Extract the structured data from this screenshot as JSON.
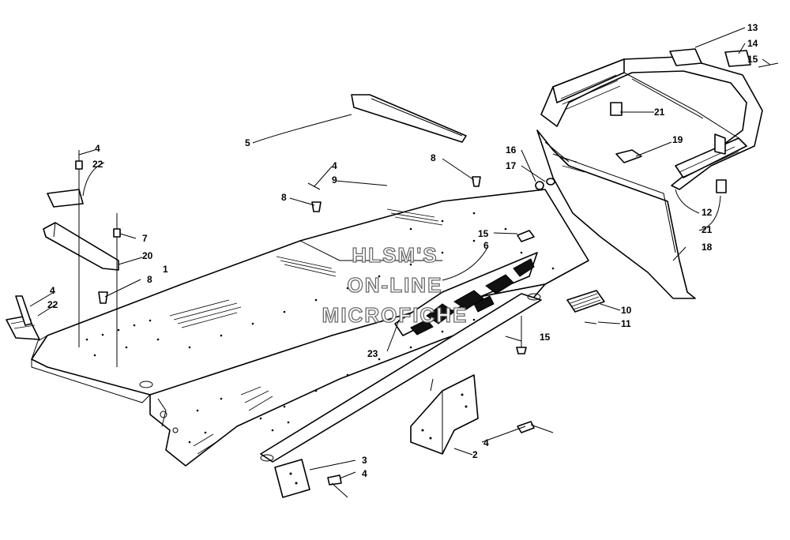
{
  "watermark": {
    "line1": "HLSM'S",
    "line2": "ON-LINE",
    "line3": "MICROFICHE"
  },
  "callouts": {
    "c1": "1",
    "c2": "2",
    "c3": "3",
    "c4a": "4",
    "c4b": "4",
    "c4c": "4",
    "c4d": "4",
    "c4e": "4",
    "c5": "5",
    "c6": "6",
    "c7": "7",
    "c8a": "8",
    "c8b": "8",
    "c8c": "8",
    "c9": "9",
    "c10": "10",
    "c11": "11",
    "c12": "12",
    "c13": "13",
    "c14": "14",
    "c15a": "15",
    "c15b": "15",
    "c15c": "15",
    "c16": "16",
    "c17": "17",
    "c18": "18",
    "c19": "19",
    "c20": "20",
    "c21a": "21",
    "c21b": "21",
    "c22a": "22",
    "c22b": "22",
    "c23": "23"
  }
}
